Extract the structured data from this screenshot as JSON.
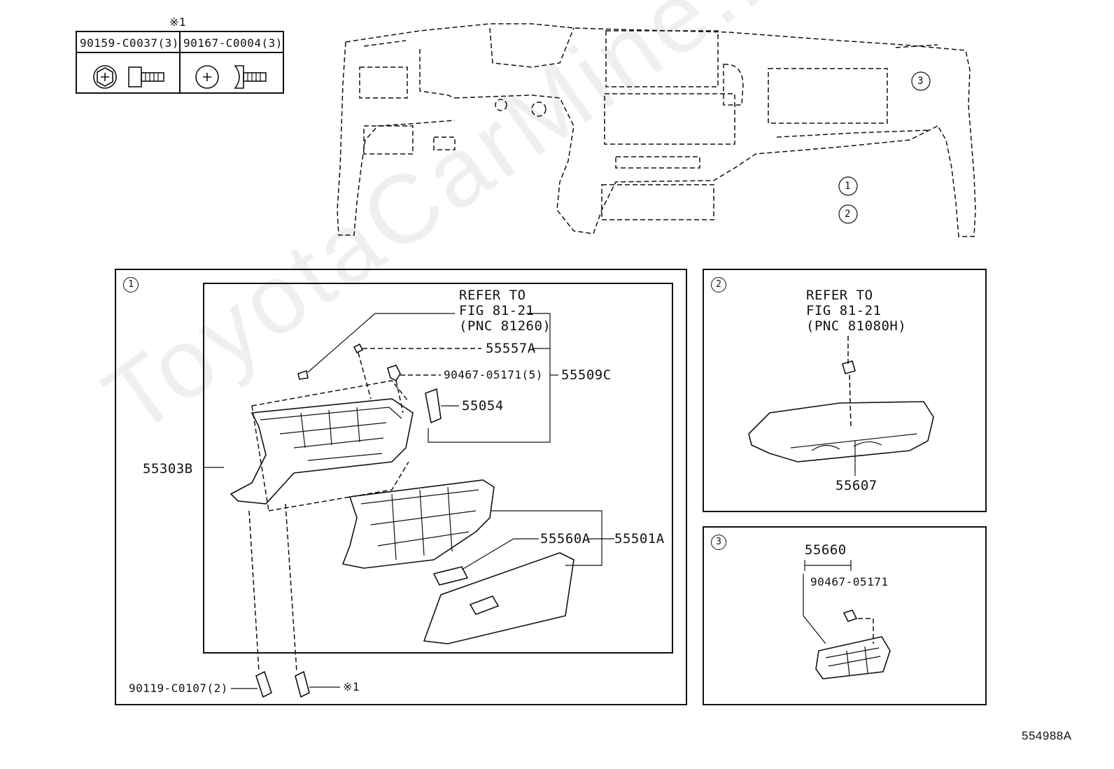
{
  "fastener_table": {
    "note_mark": "※1",
    "col1": "90159-C0037(3)",
    "col2": "90167-C0004(3)"
  },
  "overview": {
    "callout1": "1",
    "callout2": "2",
    "callout3": "3"
  },
  "panel1": {
    "number": "1",
    "refer_line1": "REFER TO",
    "refer_line2": "FIG 81-21",
    "refer_line3": "(PNC 81260)",
    "p55557A": "55557A",
    "p90467": "90467-05171(5)",
    "p55509C": "55509C",
    "p55054": "55054",
    "p55303B": "55303B",
    "p55560A": "55560A",
    "p55501A": "55501A",
    "p90119": "90119-C0107(2)",
    "note_mark": "※1"
  },
  "panel2": {
    "number": "2",
    "refer_line1": "REFER TO",
    "refer_line2": "FIG 81-21",
    "refer_line3": "(PNC 81080H)",
    "p55607": "55607"
  },
  "panel3": {
    "number": "3",
    "p55660": "55660",
    "p90467": "90467-05171"
  },
  "footer": {
    "figure_id": "554988A"
  },
  "watermark": "ToyotaCarMine.ru"
}
